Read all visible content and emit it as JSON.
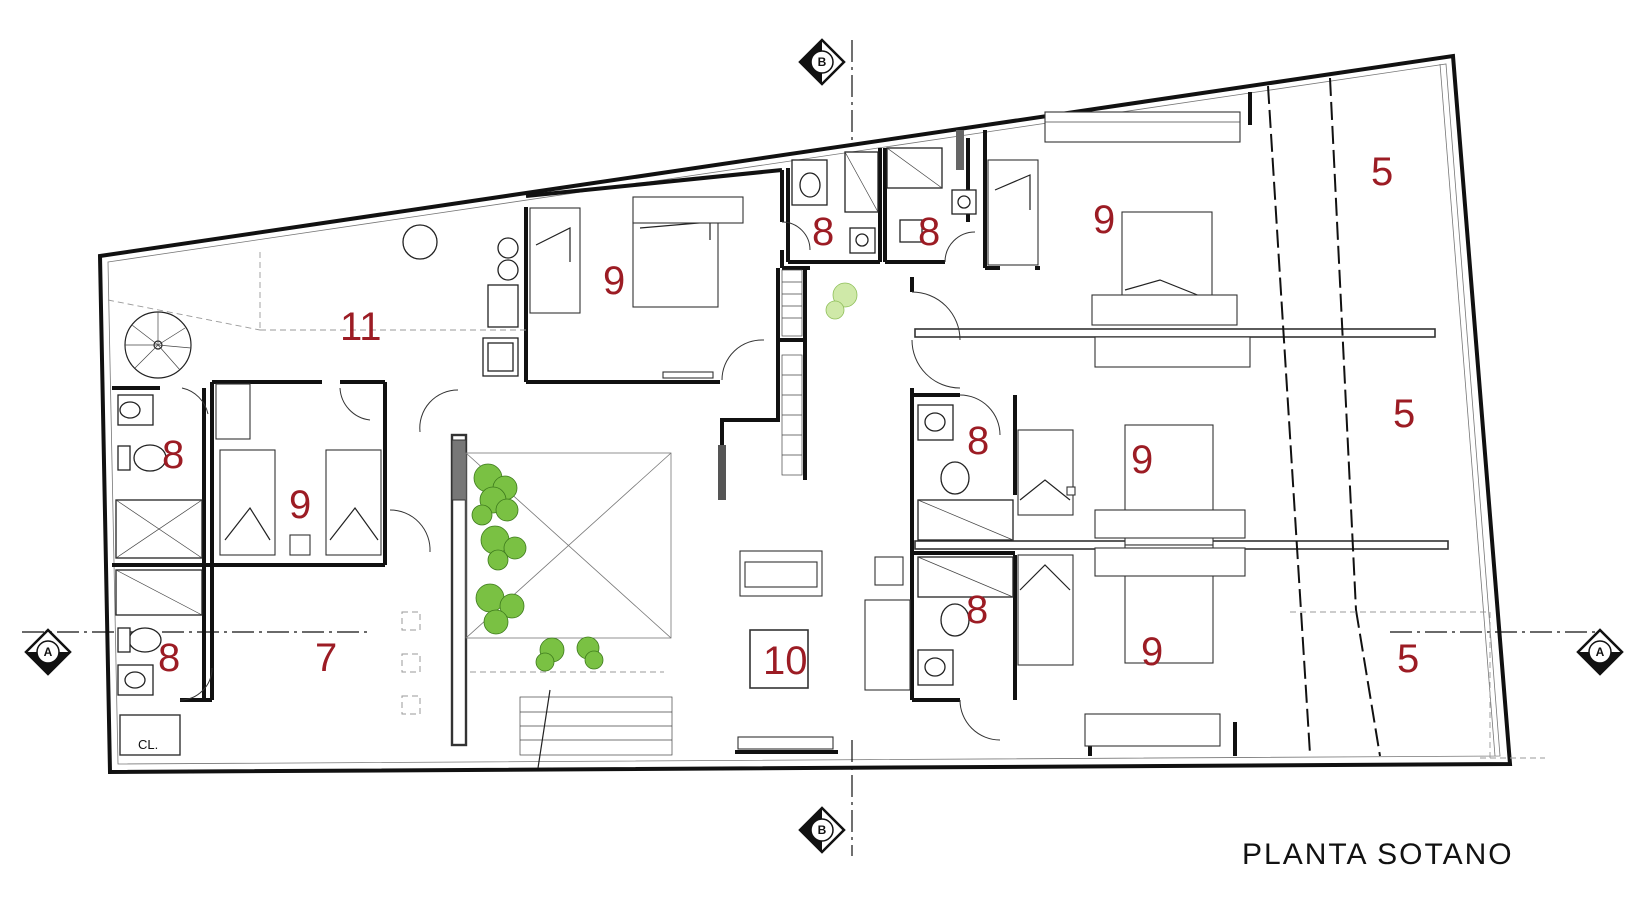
{
  "plan": {
    "title": "PLANTA SOTANO",
    "closet_label": "CL.",
    "accent_color": "#9c1c24",
    "rooms": [
      {
        "id": "r11",
        "label": "11"
      },
      {
        "id": "r9-master",
        "label": "9"
      },
      {
        "id": "r8-a",
        "label": "8"
      },
      {
        "id": "r8-b",
        "label": "8"
      },
      {
        "id": "r9-ne",
        "label": "9"
      },
      {
        "id": "r5-top",
        "label": "5"
      },
      {
        "id": "r8-left-top",
        "label": "8"
      },
      {
        "id": "r9-left",
        "label": "9"
      },
      {
        "id": "r8-center-top",
        "label": "8"
      },
      {
        "id": "r9-center-top",
        "label": "9"
      },
      {
        "id": "r5-mid",
        "label": "5"
      },
      {
        "id": "r8-center-bottom",
        "label": "8"
      },
      {
        "id": "r9-center-bottom",
        "label": "9"
      },
      {
        "id": "r5-bottom",
        "label": "5"
      },
      {
        "id": "r8-left-bottom",
        "label": "8"
      },
      {
        "id": "r7",
        "label": "7"
      },
      {
        "id": "r10",
        "label": "10"
      }
    ],
    "section_markers": [
      {
        "id": "b-top",
        "letter": "B"
      },
      {
        "id": "b-bottom",
        "letter": "B"
      },
      {
        "id": "a-left",
        "letter": "A"
      },
      {
        "id": "a-right",
        "letter": "A"
      }
    ]
  }
}
